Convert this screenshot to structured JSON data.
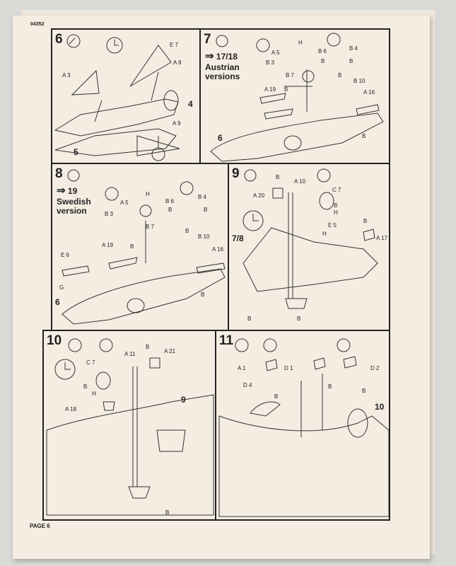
{
  "page": {
    "doc_number": "04352",
    "footer": "PAGE 6"
  },
  "steps": [
    {
      "number": "6",
      "labels": [
        "E 7",
        "A 8",
        "A 3",
        "4",
        "A 9",
        "5"
      ]
    },
    {
      "number": "7",
      "callout": {
        "arrow": "⇒",
        "ref": "17/18",
        "text": "Austrian versions"
      },
      "labels": [
        "A 5",
        "B 3",
        "H",
        "B 6",
        "B 4",
        "B",
        "B",
        "B 7",
        "B",
        "B 10",
        "A 19",
        "B",
        "A 16",
        "B",
        "6"
      ]
    },
    {
      "number": "8",
      "callout": {
        "arrow": "⇒",
        "ref": "19",
        "text": "Swedish version"
      },
      "labels": [
        "A 5",
        "B 3",
        "H",
        "B 6",
        "B 4",
        "B",
        "B",
        "B 7",
        "B",
        "B 10",
        "A 19",
        "B",
        "A 16",
        "B",
        "E 6",
        "G",
        "6"
      ]
    },
    {
      "number": "9",
      "labels": [
        "B",
        "A 20",
        "A 10",
        "C 7",
        "B",
        "H",
        "E 5",
        "H",
        "A 17",
        "B",
        "7/8",
        "B",
        "B"
      ]
    },
    {
      "number": "10",
      "labels": [
        "A 11",
        "B",
        "A 21",
        "C 7",
        "B",
        "H",
        "A 18",
        "9",
        "B"
      ]
    },
    {
      "number": "11",
      "labels": [
        "A 1",
        "D 1",
        "D 2",
        "D 4",
        "B",
        "B",
        "B",
        "10"
      ]
    }
  ]
}
